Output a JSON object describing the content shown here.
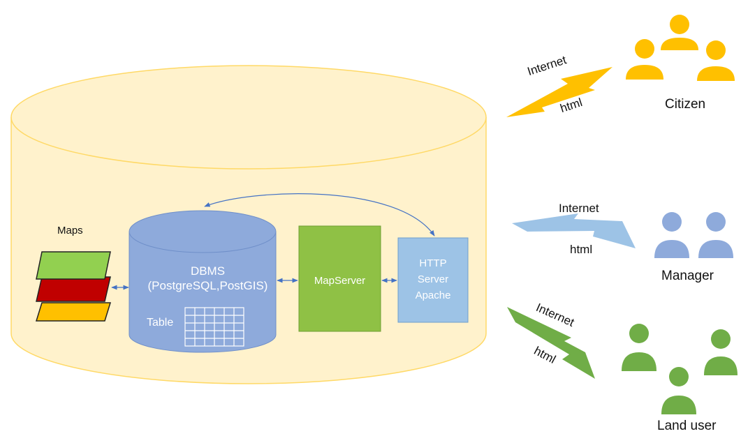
{
  "maps": {
    "label": "Maps",
    "layer_colors": [
      "#ffc000",
      "#c00000",
      "#92d050"
    ]
  },
  "dbms": {
    "title_line1": "DBMS",
    "title_line2": "(PostgreSQL,PostGIS)",
    "table_label": "Table",
    "color": "#8eaadb"
  },
  "mapserver": {
    "label": "MapServer",
    "color": "#8fc145"
  },
  "http_server": {
    "line1": "HTTP",
    "line2": "Server",
    "line3": "Apache",
    "color": "#9dc3e6"
  },
  "container": {
    "color": "#fff2cc",
    "border": "#ffd966"
  },
  "connections": [
    {
      "internet": "Internet",
      "html": "html",
      "color": "#ffc000"
    },
    {
      "internet": "Internet",
      "html": "html",
      "color": "#9dc3e6"
    },
    {
      "internet": "Internet",
      "html": "html",
      "color": "#70ad47"
    }
  ],
  "users": [
    {
      "label": "Citizen",
      "color": "#ffc000",
      "icon": "three-people-icon"
    },
    {
      "label": "Manager",
      "color": "#8eaadb",
      "icon": "two-people-icon"
    },
    {
      "label": "Land user",
      "color": "#70ad47",
      "icon": "four-people-icon"
    }
  ],
  "arrow_color": "#4472c4"
}
